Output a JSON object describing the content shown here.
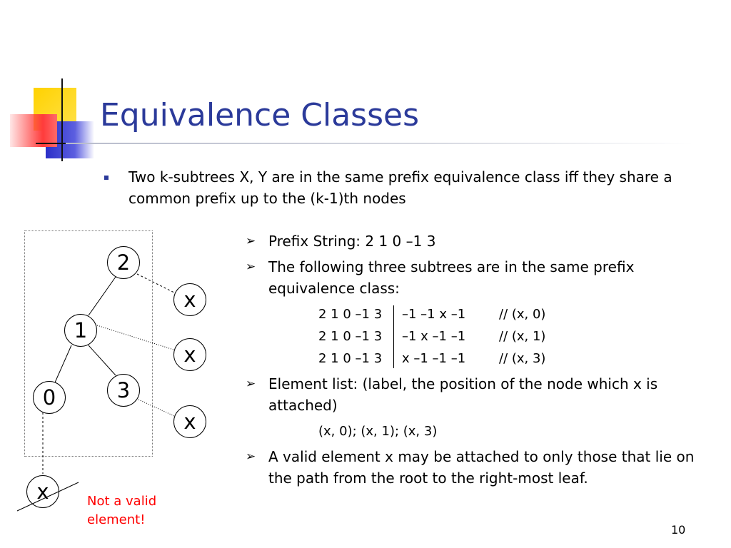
{
  "slide": {
    "title": "Equivalence Classes",
    "main_bullet": "Two k-subtrees X, Y are in the same prefix equivalence class iff they share a common prefix up to the (k-1)th nodes",
    "points": [
      {
        "arrow": "➢",
        "text": "Prefix String: 2 1 0 –1 3"
      },
      {
        "arrow": "➢",
        "text": "The following three subtrees are in the same prefix equivalence class:"
      },
      {
        "arrow": "➢",
        "text": "Element list: (label, the position of the node which x is attached)"
      },
      {
        "arrow": "➢",
        "text": "A valid element x may be attached to only those that lie on the path from the root to the right-most leaf."
      }
    ],
    "rows": [
      {
        "prefix": "2 1 0 –1 3",
        "suffix": "–1 –1 x –1",
        "comment": "// (x, 0)"
      },
      {
        "prefix": "2 1 0 –1 3",
        "suffix": "–1 x –1 –1",
        "comment": "// (x, 1)"
      },
      {
        "prefix": "2 1 0 –1 3",
        "suffix": "x –1 –1 –1",
        "comment": "// (x, 3)"
      }
    ],
    "element_list": "(x, 0); (x, 1); (x, 3)",
    "tree": {
      "nodes": [
        "2",
        "1",
        "0",
        "3",
        "x",
        "x",
        "x",
        "x"
      ]
    },
    "not_valid": "Not a valid element!",
    "page_number": "10"
  },
  "colors": {
    "title": "#2b3a9a",
    "warning": "#ff0000",
    "deco_yellow": "#ffd200",
    "deco_blue": "#2b2fc8",
    "deco_red": "#ff3b3b"
  }
}
